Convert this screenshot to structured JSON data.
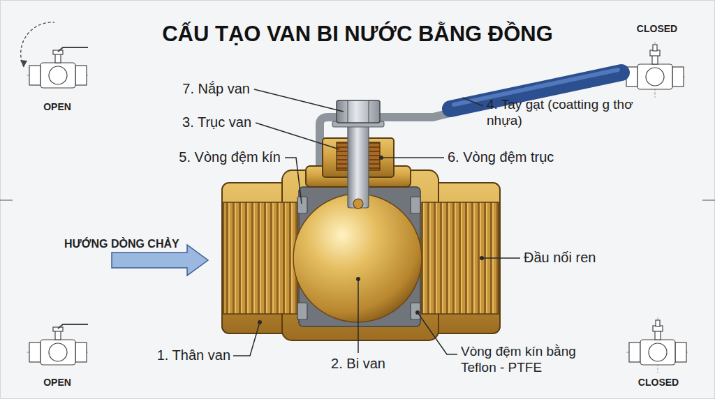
{
  "diagram": {
    "title": "CẤU TẠO VAN BI NƯỚC BẰNG ĐỒNG",
    "labels": [
      "7. Nắp van",
      "3. Trục van",
      "5. Vòng đệm kín",
      "4. Tay gạt (coatting g thơ nhựa)",
      "6. Vòng đệm trục",
      "HƯỚNG DÒNG CHẢY",
      "Đầu nối ren",
      "1. Thân van",
      "2. Bi van",
      "Vòng đệm kín bằng Teflon - PTFE",
      "OPEN",
      "CLOSED",
      "OPEN",
      "CLOSED"
    ]
  }
}
